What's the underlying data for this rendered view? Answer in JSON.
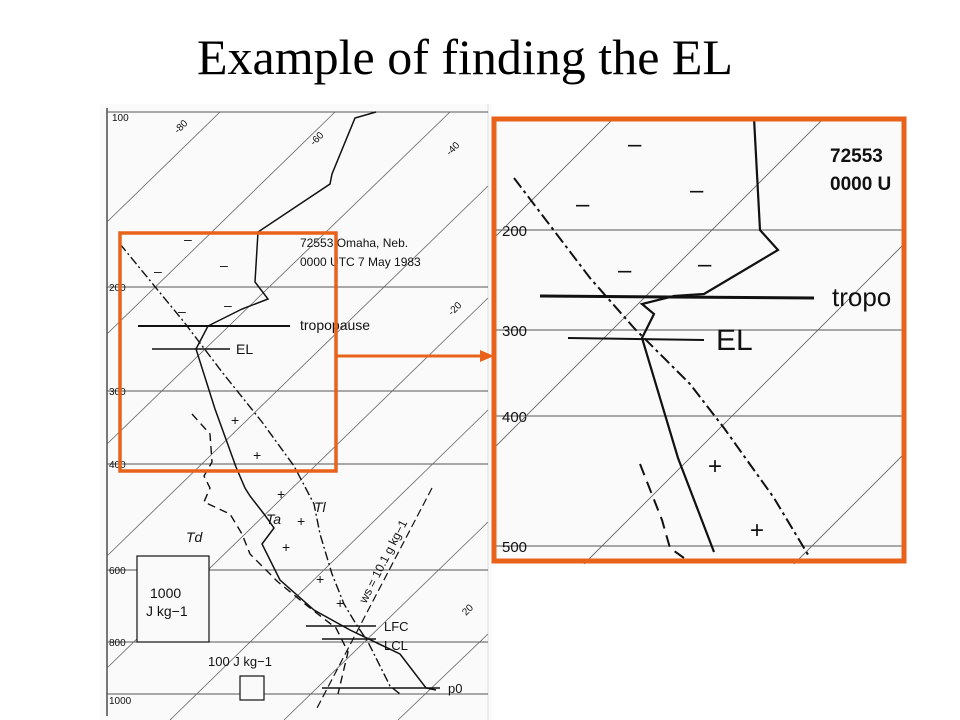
{
  "title": "Example of finding the EL",
  "station": {
    "line1": "72553 Omaha, Neb.",
    "line2": "0000 UTC 7 May 1983"
  },
  "zoom_station": {
    "line1": "72553",
    "line2": "0000 U"
  },
  "pressure_labels": [
    "100",
    "200",
    "300",
    "400",
    "600",
    "800",
    "1000"
  ],
  "zoom_pressure_labels": [
    "200",
    "300",
    "400",
    "500"
  ],
  "isotherm_labels": [
    "-80",
    "-60",
    "-40",
    "-20",
    "20"
  ],
  "level_labels": {
    "tropopause": "tropopause",
    "el": "EL",
    "lfc": "LFC",
    "lcl": "LCL",
    "p0": "p0"
  },
  "zoom_level_labels": {
    "tropopause": "tropo",
    "el": "EL"
  },
  "curve_labels": {
    "td": "Td",
    "ta": "Ta",
    "tl": "Tl"
  },
  "mixing_ratio_label": "ws = 10.1 g kg−1",
  "area_box_labels": {
    "big_value": "1000",
    "big_unit": "J kg−1",
    "small": "100 J kg−1"
  },
  "region_signs": {
    "negative": "–",
    "positive": "+"
  },
  "colors": {
    "highlight": "#e8621a",
    "ink": "#111111"
  }
}
